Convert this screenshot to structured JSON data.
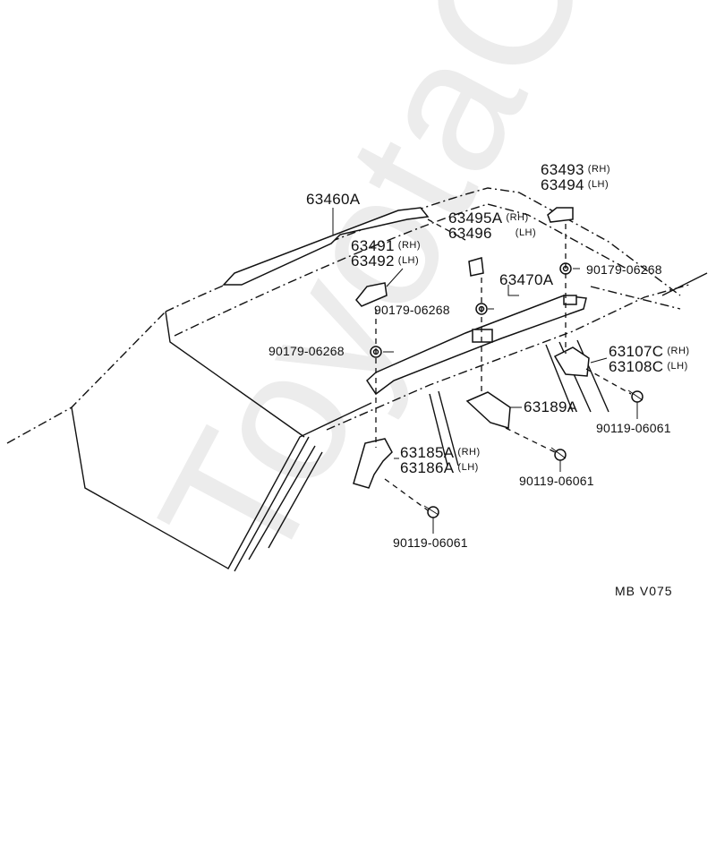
{
  "diagram": {
    "watermark": "ToyotaCa",
    "diagram_code": "MB V075",
    "parts": [
      {
        "number": "63460A",
        "side": ""
      },
      {
        "number": "63493",
        "side": "(RH)"
      },
      {
        "number": "63494",
        "side": "(LH)"
      },
      {
        "number": "63495A",
        "side": "(RH)"
      },
      {
        "number": "63496",
        "side": "(LH)"
      },
      {
        "number": "63491",
        "side": "(RH)"
      },
      {
        "number": "63492",
        "side": "(LH)"
      },
      {
        "number": "63470A",
        "side": ""
      },
      {
        "number": "63107C",
        "side": "(RH)"
      },
      {
        "number": "63108C",
        "side": "(LH)"
      },
      {
        "number": "63189A",
        "side": ""
      },
      {
        "number": "63185A",
        "side": "(RH)"
      },
      {
        "number": "63186A",
        "side": "(LH)"
      }
    ],
    "fasteners": [
      "90179-06268",
      "90179-06268",
      "90179-06268",
      "90119-06061",
      "90119-06061",
      "90119-06061"
    ]
  }
}
